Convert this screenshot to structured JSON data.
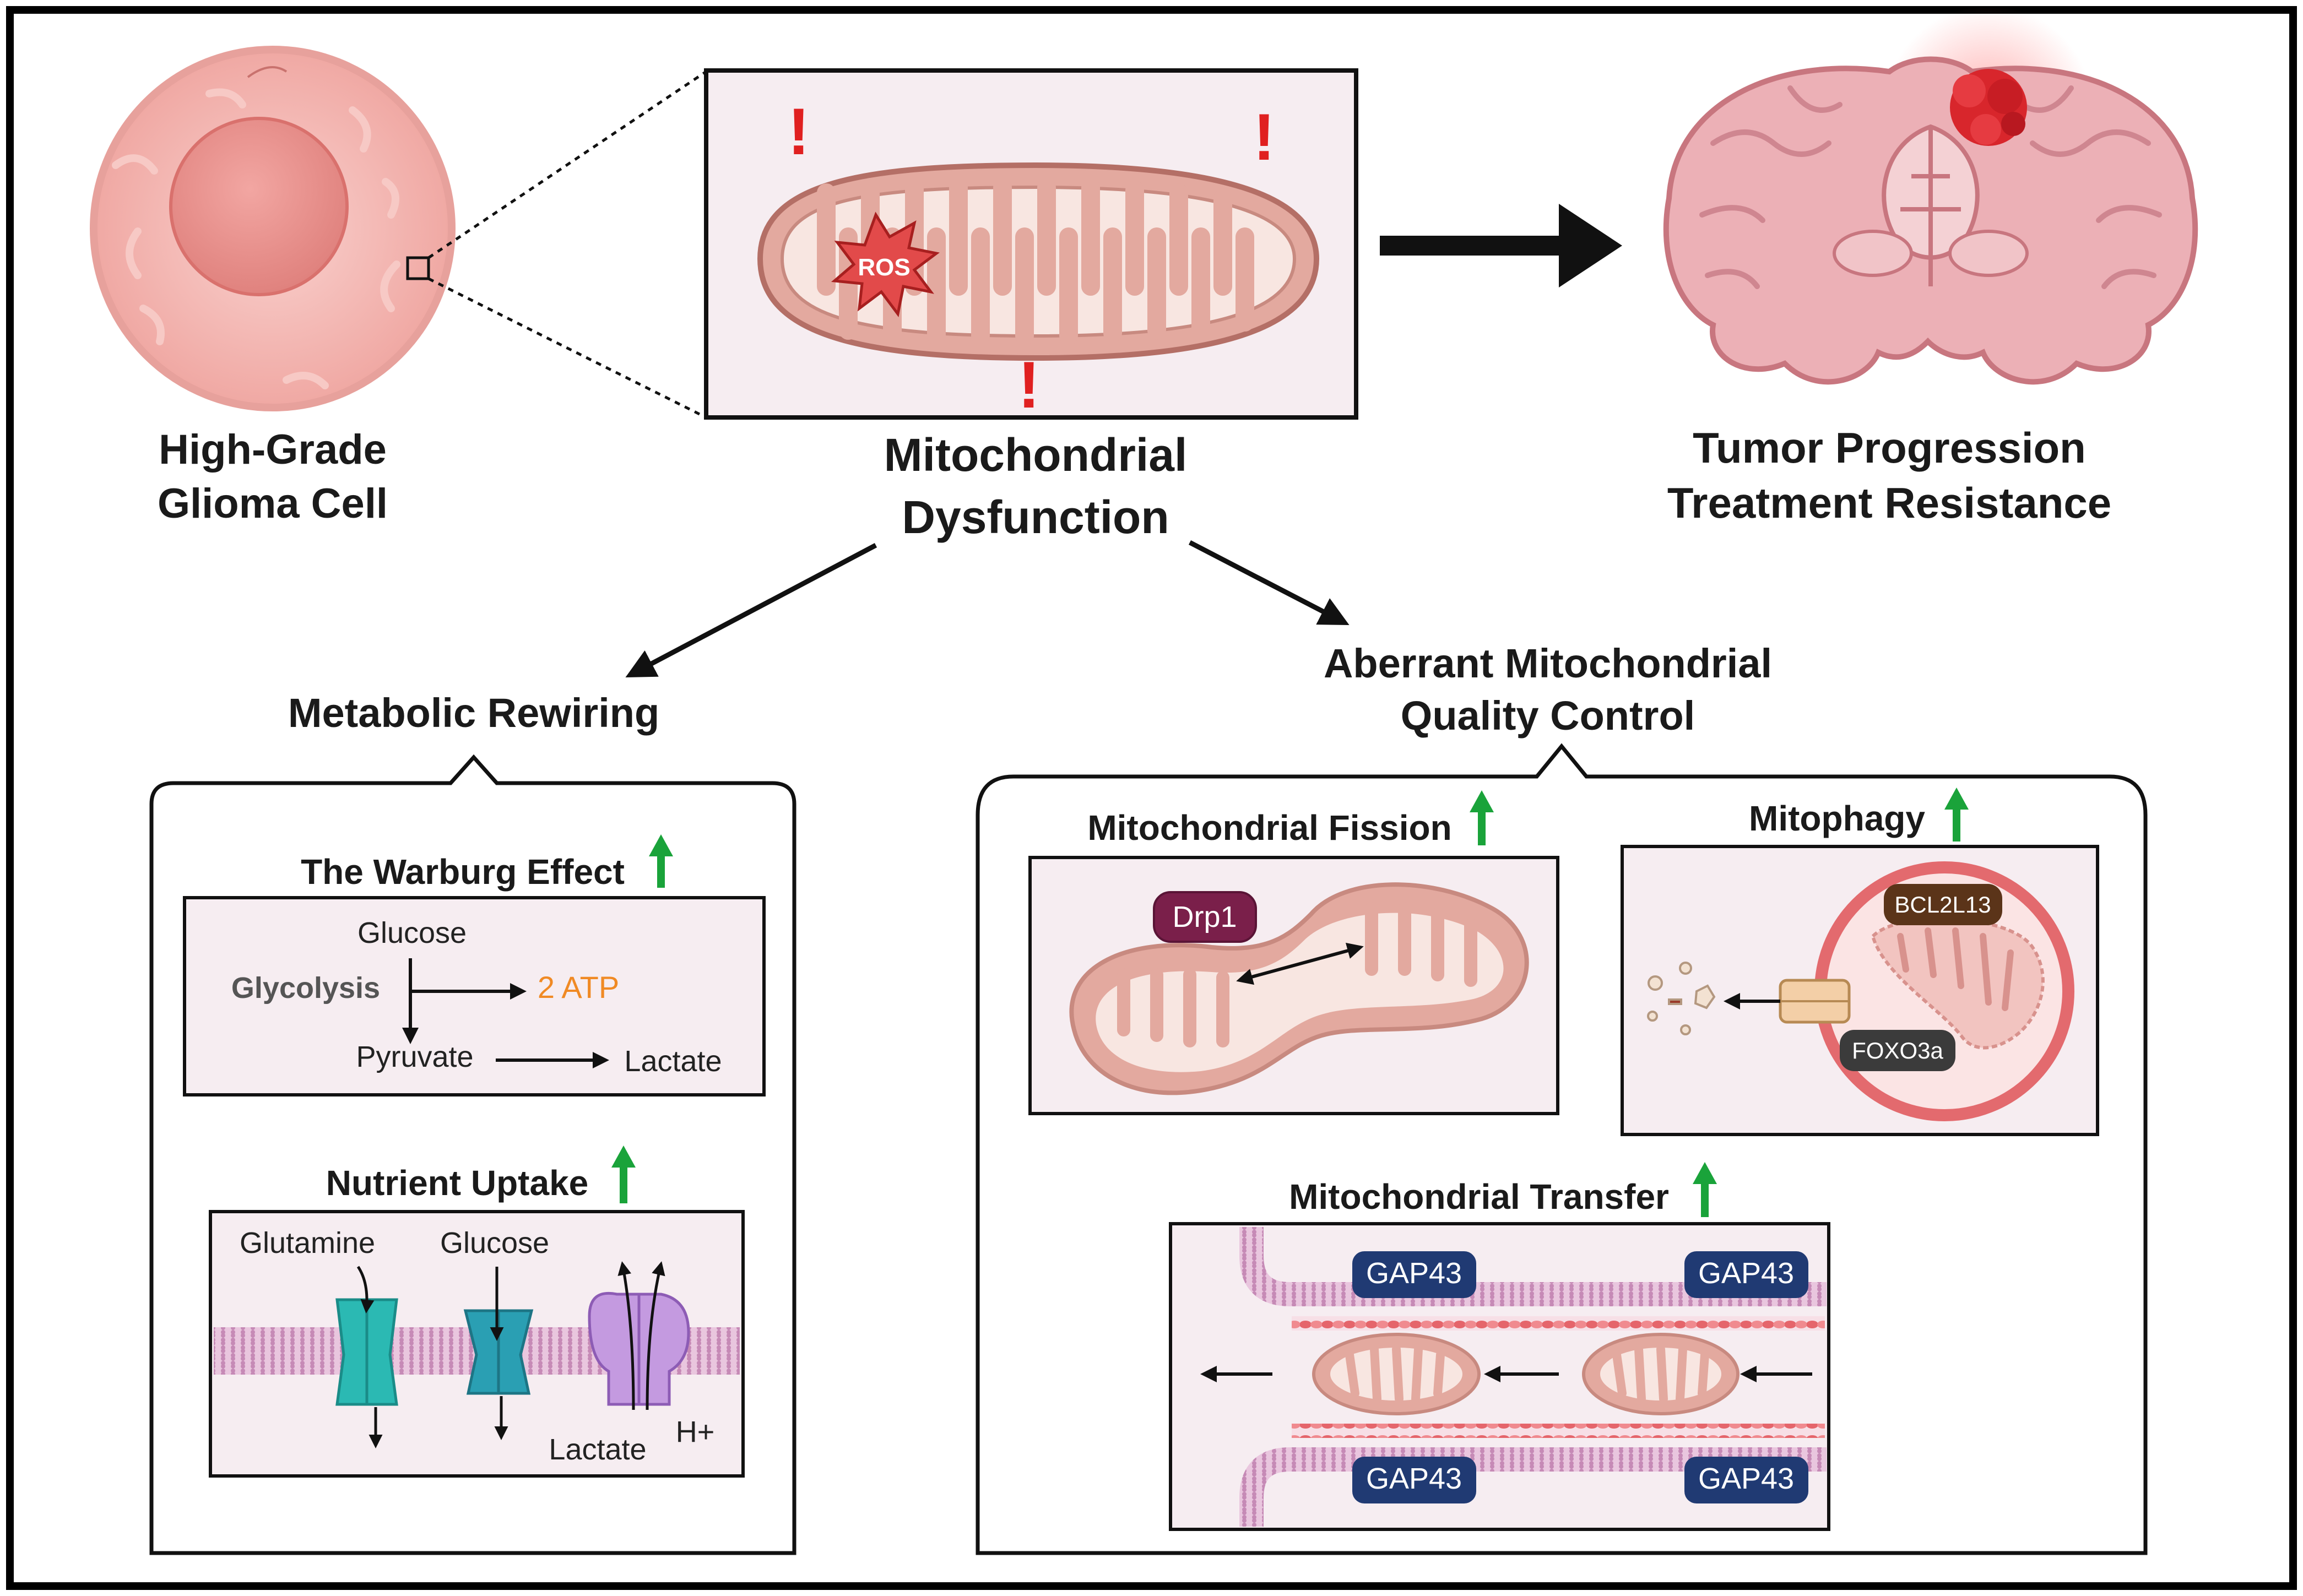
{
  "top": {
    "glioma_label_line1": "High-Grade",
    "glioma_label_line2": "Glioma Cell",
    "mito_label_line1": "Mitochondrial",
    "mito_label_line2": "Dysfunction",
    "ros_label": "ROS",
    "exclamation": "!",
    "outcome_line1": "Tumor Progression",
    "outcome_line2": "Treatment Resistance"
  },
  "metabolic": {
    "heading": "Metabolic Rewiring",
    "warburg": {
      "title": "The Warburg Effect",
      "glucose": "Glucose",
      "glycolysis": "Glycolysis",
      "atp": "2 ATP",
      "pyruvate": "Pyruvate",
      "lactate": "Lactate"
    },
    "nutrient": {
      "title": "Nutrient Uptake",
      "glutamine": "Glutamine",
      "glucose": "Glucose",
      "lactate": "Lactate",
      "proton": "H+"
    }
  },
  "quality": {
    "heading_line1": "Aberrant Mitochondrial",
    "heading_line2": "Quality Control",
    "fission": {
      "title": "Mitochondrial Fission",
      "drp1": "Drp1"
    },
    "mitophagy": {
      "title": "Mitophagy",
      "bcl2l13": "BCL2L13",
      "foxo3a": "FOXO3a"
    },
    "transfer": {
      "title": "Mitochondrial Transfer",
      "gap_top_left": "GAP43",
      "gap_top_right": "GAP43",
      "gap_bottom_left": "GAP43",
      "gap_bottom_right": "GAP43"
    }
  },
  "colors": {
    "up_arrow": "#1aa33a",
    "alert_red": "#e02020",
    "atp_orange": "#f08a24",
    "mito_fill": "#e3a99f",
    "mito_inner": "#f8e6e1",
    "panel_bg": "#f6edf1",
    "gap43": "#203a73",
    "drp1": "#7a1f4a",
    "bcl2l13": "#5b3419",
    "foxo3a": "#3b3b3b",
    "teal": "#2bb9b3",
    "purple": "#b98ad6"
  }
}
